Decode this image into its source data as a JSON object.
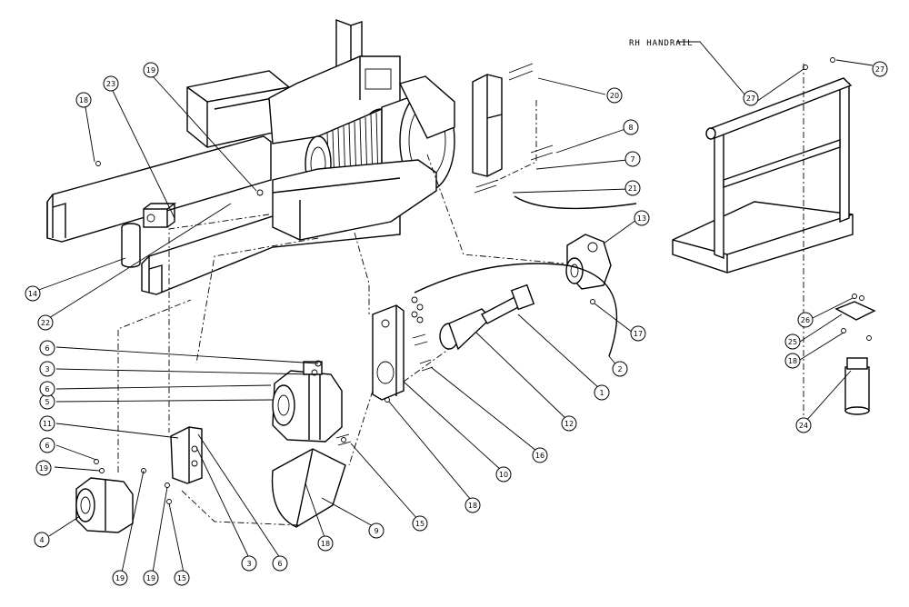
{
  "title": "RH HANDRAIL",
  "callouts": [
    {
      "id": "c1",
      "label": "18"
    },
    {
      "id": "c2",
      "label": "23"
    },
    {
      "id": "c3",
      "label": "19"
    },
    {
      "id": "c4",
      "label": "20"
    },
    {
      "id": "c5",
      "label": "8"
    },
    {
      "id": "c6",
      "label": "7"
    },
    {
      "id": "c7",
      "label": "21"
    },
    {
      "id": "c8",
      "label": "13"
    },
    {
      "id": "c9",
      "label": "14"
    },
    {
      "id": "c10",
      "label": "22"
    },
    {
      "id": "c11",
      "label": "17"
    },
    {
      "id": "c12",
      "label": "2"
    },
    {
      "id": "c13",
      "label": "1"
    },
    {
      "id": "c14",
      "label": "12"
    },
    {
      "id": "c15",
      "label": "16"
    },
    {
      "id": "c16",
      "label": "10"
    },
    {
      "id": "c17",
      "label": "18"
    },
    {
      "id": "c18",
      "label": "15"
    },
    {
      "id": "c19",
      "label": "9"
    },
    {
      "id": "c20",
      "label": "18"
    },
    {
      "id": "c21",
      "label": "6"
    },
    {
      "id": "c22",
      "label": "3"
    },
    {
      "id": "c23",
      "label": "15"
    },
    {
      "id": "c24",
      "label": "19"
    },
    {
      "id": "c25",
      "label": "19"
    },
    {
      "id": "c26",
      "label": "4"
    },
    {
      "id": "c27",
      "label": "19"
    },
    {
      "id": "c28",
      "label": "6"
    },
    {
      "id": "c29",
      "label": "11"
    },
    {
      "id": "c30",
      "label": "5"
    },
    {
      "id": "c31",
      "label": "3"
    },
    {
      "id": "c32",
      "label": "6"
    },
    {
      "id": "c33",
      "label": "6"
    },
    {
      "id": "c34",
      "label": "27"
    },
    {
      "id": "c35",
      "label": "27"
    },
    {
      "id": "c36",
      "label": "26"
    },
    {
      "id": "c37",
      "label": "25"
    },
    {
      "id": "c38",
      "label": "18"
    },
    {
      "id": "c39",
      "label": "24"
    }
  ]
}
